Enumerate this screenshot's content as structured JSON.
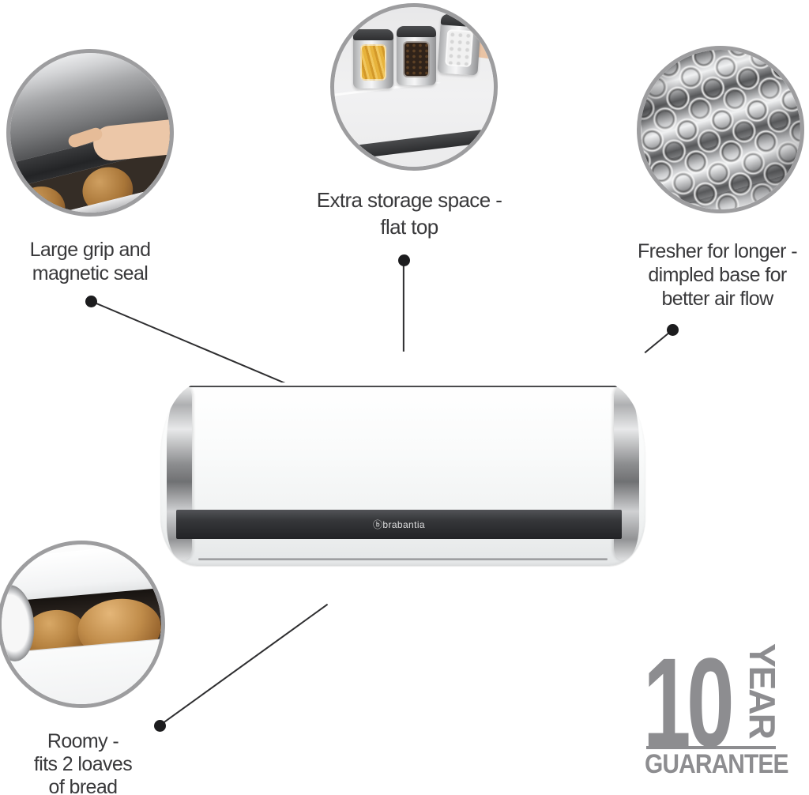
{
  "callouts": [
    {
      "id": "grip",
      "lines": [
        "Large grip and",
        "magnetic seal"
      ]
    },
    {
      "id": "storage",
      "lines": [
        "Extra storage space -",
        "flat top"
      ]
    },
    {
      "id": "fresher",
      "lines": [
        "Fresher for longer -",
        "dimpled base for",
        "better air flow"
      ]
    },
    {
      "id": "roomy",
      "lines": [
        "Roomy -",
        "fits 2 loaves",
        "of bread"
      ]
    }
  ],
  "product": {
    "brand_logo": "ⓑbrabantia"
  },
  "guarantee": {
    "number": "10",
    "year": "YEAR",
    "word": "GUARANTEE"
  },
  "colors": {
    "background": "#ffffff",
    "circle_border": "#9d9d9f",
    "label_text": "#39393b",
    "connector": "#1c1c1e",
    "handle_strip": "#2a2b2e",
    "guarantee_gray": "#8d8d90"
  }
}
